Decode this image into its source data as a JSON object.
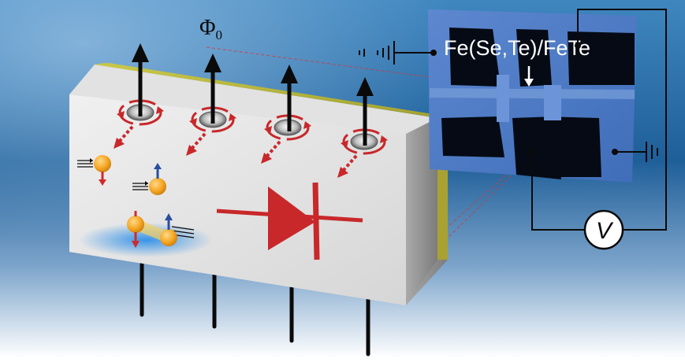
{
  "diagram": {
    "flux_label": "Φ",
    "flux_subscript": "0",
    "material_label": "Fe(Se,Te)/FeTe",
    "voltmeter_label": "V"
  },
  "colors": {
    "background_top": "#2d6fa6",
    "background_bottom": "#ffffff",
    "block_front": "#e6e6e6",
    "block_top": "#b9b93a",
    "block_side": "#9c9c9c",
    "arrow_black": "#0a0a0a",
    "vortex_red": "#c8282a",
    "diode_red": "#c8282a",
    "electron": "#f5a623",
    "spin_up": "#2a4ea0",
    "spin_down": "#d02a2a",
    "chip_dark": "#0a0f1a",
    "chip_blue": "#4f7cc9"
  }
}
